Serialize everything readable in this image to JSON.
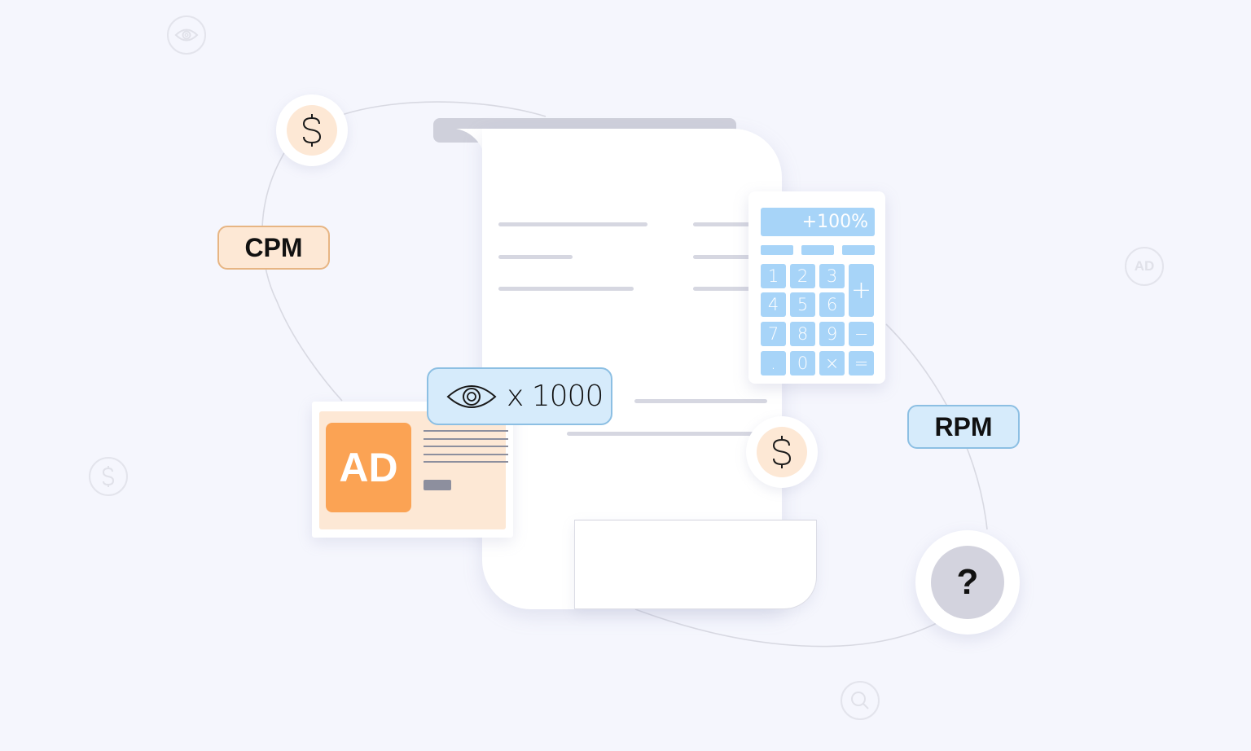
{
  "illustration": {
    "labels": {
      "cpm": "CPM",
      "rpm": "RPM",
      "views_multiplier": "x 1000",
      "ad_badge": "AD",
      "question": "?"
    },
    "calculator": {
      "display": "+100%",
      "keys": [
        "1",
        "2",
        "3",
        "+",
        "4",
        "5",
        "6",
        "7",
        "8",
        "9",
        "−",
        ".",
        "0",
        "×",
        "="
      ]
    },
    "background_icons": [
      {
        "name": "eye-icon"
      },
      {
        "name": "ad-icon",
        "text": "AD"
      },
      {
        "name": "dollar-icon"
      },
      {
        "name": "search-icon"
      }
    ],
    "colors": {
      "background": "#f5f6fd",
      "orange_light": "#fde8d5",
      "orange_accent": "#fba354",
      "blue_light": "#d6ebfb",
      "blue_key": "#a7d4f8",
      "gray_line": "#d6d7e1",
      "question_circle": "#d3d3de"
    }
  }
}
